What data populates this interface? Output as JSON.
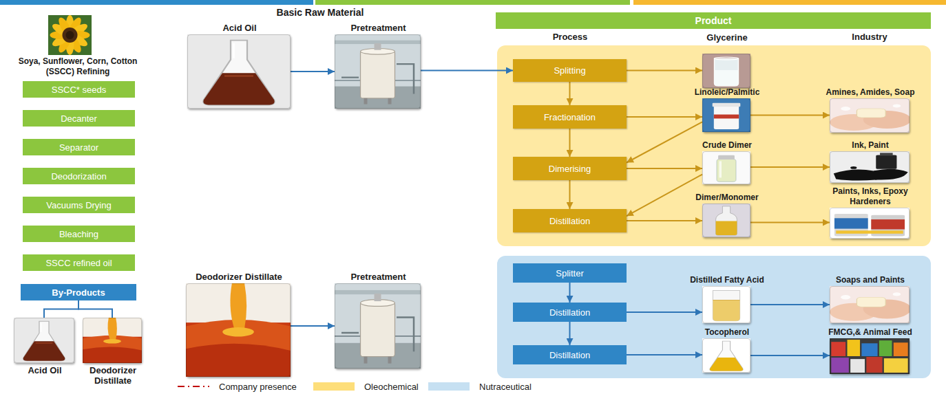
{
  "diagram": {
    "nodes": [
      {
        "text": [
          "SSCC* seeds"
        ]
      },
      {
        "text": [
          "Decanter"
        ]
      },
      {
        "text": [
          "Separator"
        ]
      },
      {
        "text": [
          "Deodorization"
        ]
      },
      {
        "text": [
          "Vacuums Drying"
        ]
      },
      {
        "text": [
          "Bleaching"
        ]
      },
      {
        "text": [
          "SSCC refined oil"
        ]
      },
      {
        "text": [
          "By-Products"
        ]
      },
      {
        "text": [
          "Acid Oil"
        ]
      },
      {
        "text": [
          "Deodorizer Distillate"
        ]
      },
      {
        "text": [
          "Acid Oil"
        ]
      },
      {
        "text": [
          "Pretreatment"
        ]
      },
      {
        "text": [
          "Deodorizer Distillate"
        ]
      },
      {
        "text": [
          "Pretreatment"
        ]
      },
      {
        "text": [
          "Product"
        ]
      },
      {
        "text": [
          "Splitting"
        ]
      },
      {
        "text": [
          "Fractionation"
        ]
      },
      {
        "text": [
          "Dimerising"
        ]
      },
      {
        "text": [
          "Distillation"
        ]
      },
      {
        "text": [
          "Glycerine"
        ]
      },
      {
        "text": [
          "Linoleic/Palmitic"
        ]
      },
      {
        "text": [
          "Crude Dimer"
        ]
      },
      {
        "text": [
          "Dimer/Monomer"
        ]
      },
      {
        "text": [
          "Amines, Amides, Soap"
        ]
      },
      {
        "text": [
          "Ink, Paint"
        ]
      },
      {
        "text": [
          "Paints, Inks, Epoxy Hardeners"
        ]
      },
      {
        "text": [
          "Splitter"
        ]
      },
      {
        "text": [
          "Distillation"
        ]
      },
      {
        "text": [
          "Distillation"
        ]
      },
      {
        "text": [
          "Distilled Fatty Acid"
        ]
      },
      {
        "text": [
          "Tocopherol"
        ]
      },
      {
        "text": [
          "Soaps and Paints"
        ]
      },
      {
        "text": [
          "FMCG,& Animal Feed"
        ]
      }
    ],
    "edges": [
      {
        "from": 7,
        "to": 8,
        "arrow": "none"
      },
      {
        "from": 7,
        "to": 9,
        "arrow": "none"
      },
      {
        "from": 10,
        "to": 11,
        "arrow": "to"
      },
      {
        "from": 11,
        "to": 15,
        "arrow": "to"
      },
      {
        "from": 12,
        "to": 13,
        "arrow": "to"
      },
      {
        "from": 15,
        "to": 16,
        "arrow": "to"
      },
      {
        "from": 16,
        "to": 17,
        "arrow": "to"
      },
      {
        "from": 17,
        "to": 18,
        "arrow": "to"
      },
      {
        "from": 15,
        "to": 19,
        "arrow": "to"
      },
      {
        "from": 16,
        "to": 20,
        "arrow": "to"
      },
      {
        "from": 20,
        "to": 23,
        "arrow": "to"
      },
      {
        "from": 20,
        "to": 17,
        "arrow": "to"
      },
      {
        "from": 17,
        "to": 21,
        "arrow": "to"
      },
      {
        "from": 21,
        "to": 24,
        "arrow": "to"
      },
      {
        "from": 21,
        "to": 18,
        "arrow": "to"
      },
      {
        "from": 18,
        "to": 22,
        "arrow": "to"
      },
      {
        "from": 22,
        "to": 25,
        "arrow": "to"
      },
      {
        "from": 26,
        "to": 27,
        "arrow": "to"
      },
      {
        "from": 27,
        "to": 28,
        "arrow": "to"
      },
      {
        "from": 27,
        "to": 29,
        "arrow": "to"
      },
      {
        "from": 29,
        "to": 31,
        "arrow": "to"
      },
      {
        "from": 28,
        "to": 30,
        "arrow": "to"
      },
      {
        "from": 30,
        "to": 32,
        "arrow": "to"
      }
    ],
    "labels": [
      "Basic Raw Material",
      "Soya, Sunflower, Corn, Cotton (SSCC) Refining",
      "Process",
      "Industry"
    ],
    "legend": [
      {
        "text": "Company presence"
      },
      {
        "text": "Oleochemical",
        "color": "#fdde7a"
      },
      {
        "text": "Nutraceutical",
        "color": "#c6e0f2"
      }
    ]
  }
}
